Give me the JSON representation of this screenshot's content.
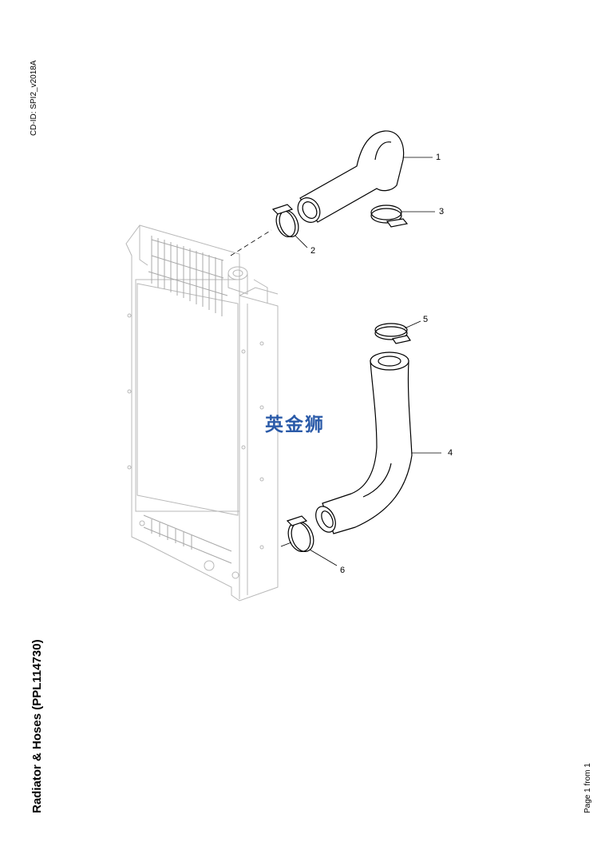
{
  "header": {
    "cd_id": "CD-ID: SPI2_v2018A"
  },
  "title": "Radiator & Hoses (PPL114730)",
  "page_indicator": "Page 1 from 1",
  "watermark": "英金狮",
  "callouts": [
    {
      "id": "callout-1",
      "label": "1"
    },
    {
      "id": "callout-2",
      "label": "2"
    },
    {
      "id": "callout-3",
      "label": "3"
    },
    {
      "id": "callout-4",
      "label": "4"
    },
    {
      "id": "callout-5",
      "label": "5"
    },
    {
      "id": "callout-6",
      "label": "6"
    }
  ]
}
